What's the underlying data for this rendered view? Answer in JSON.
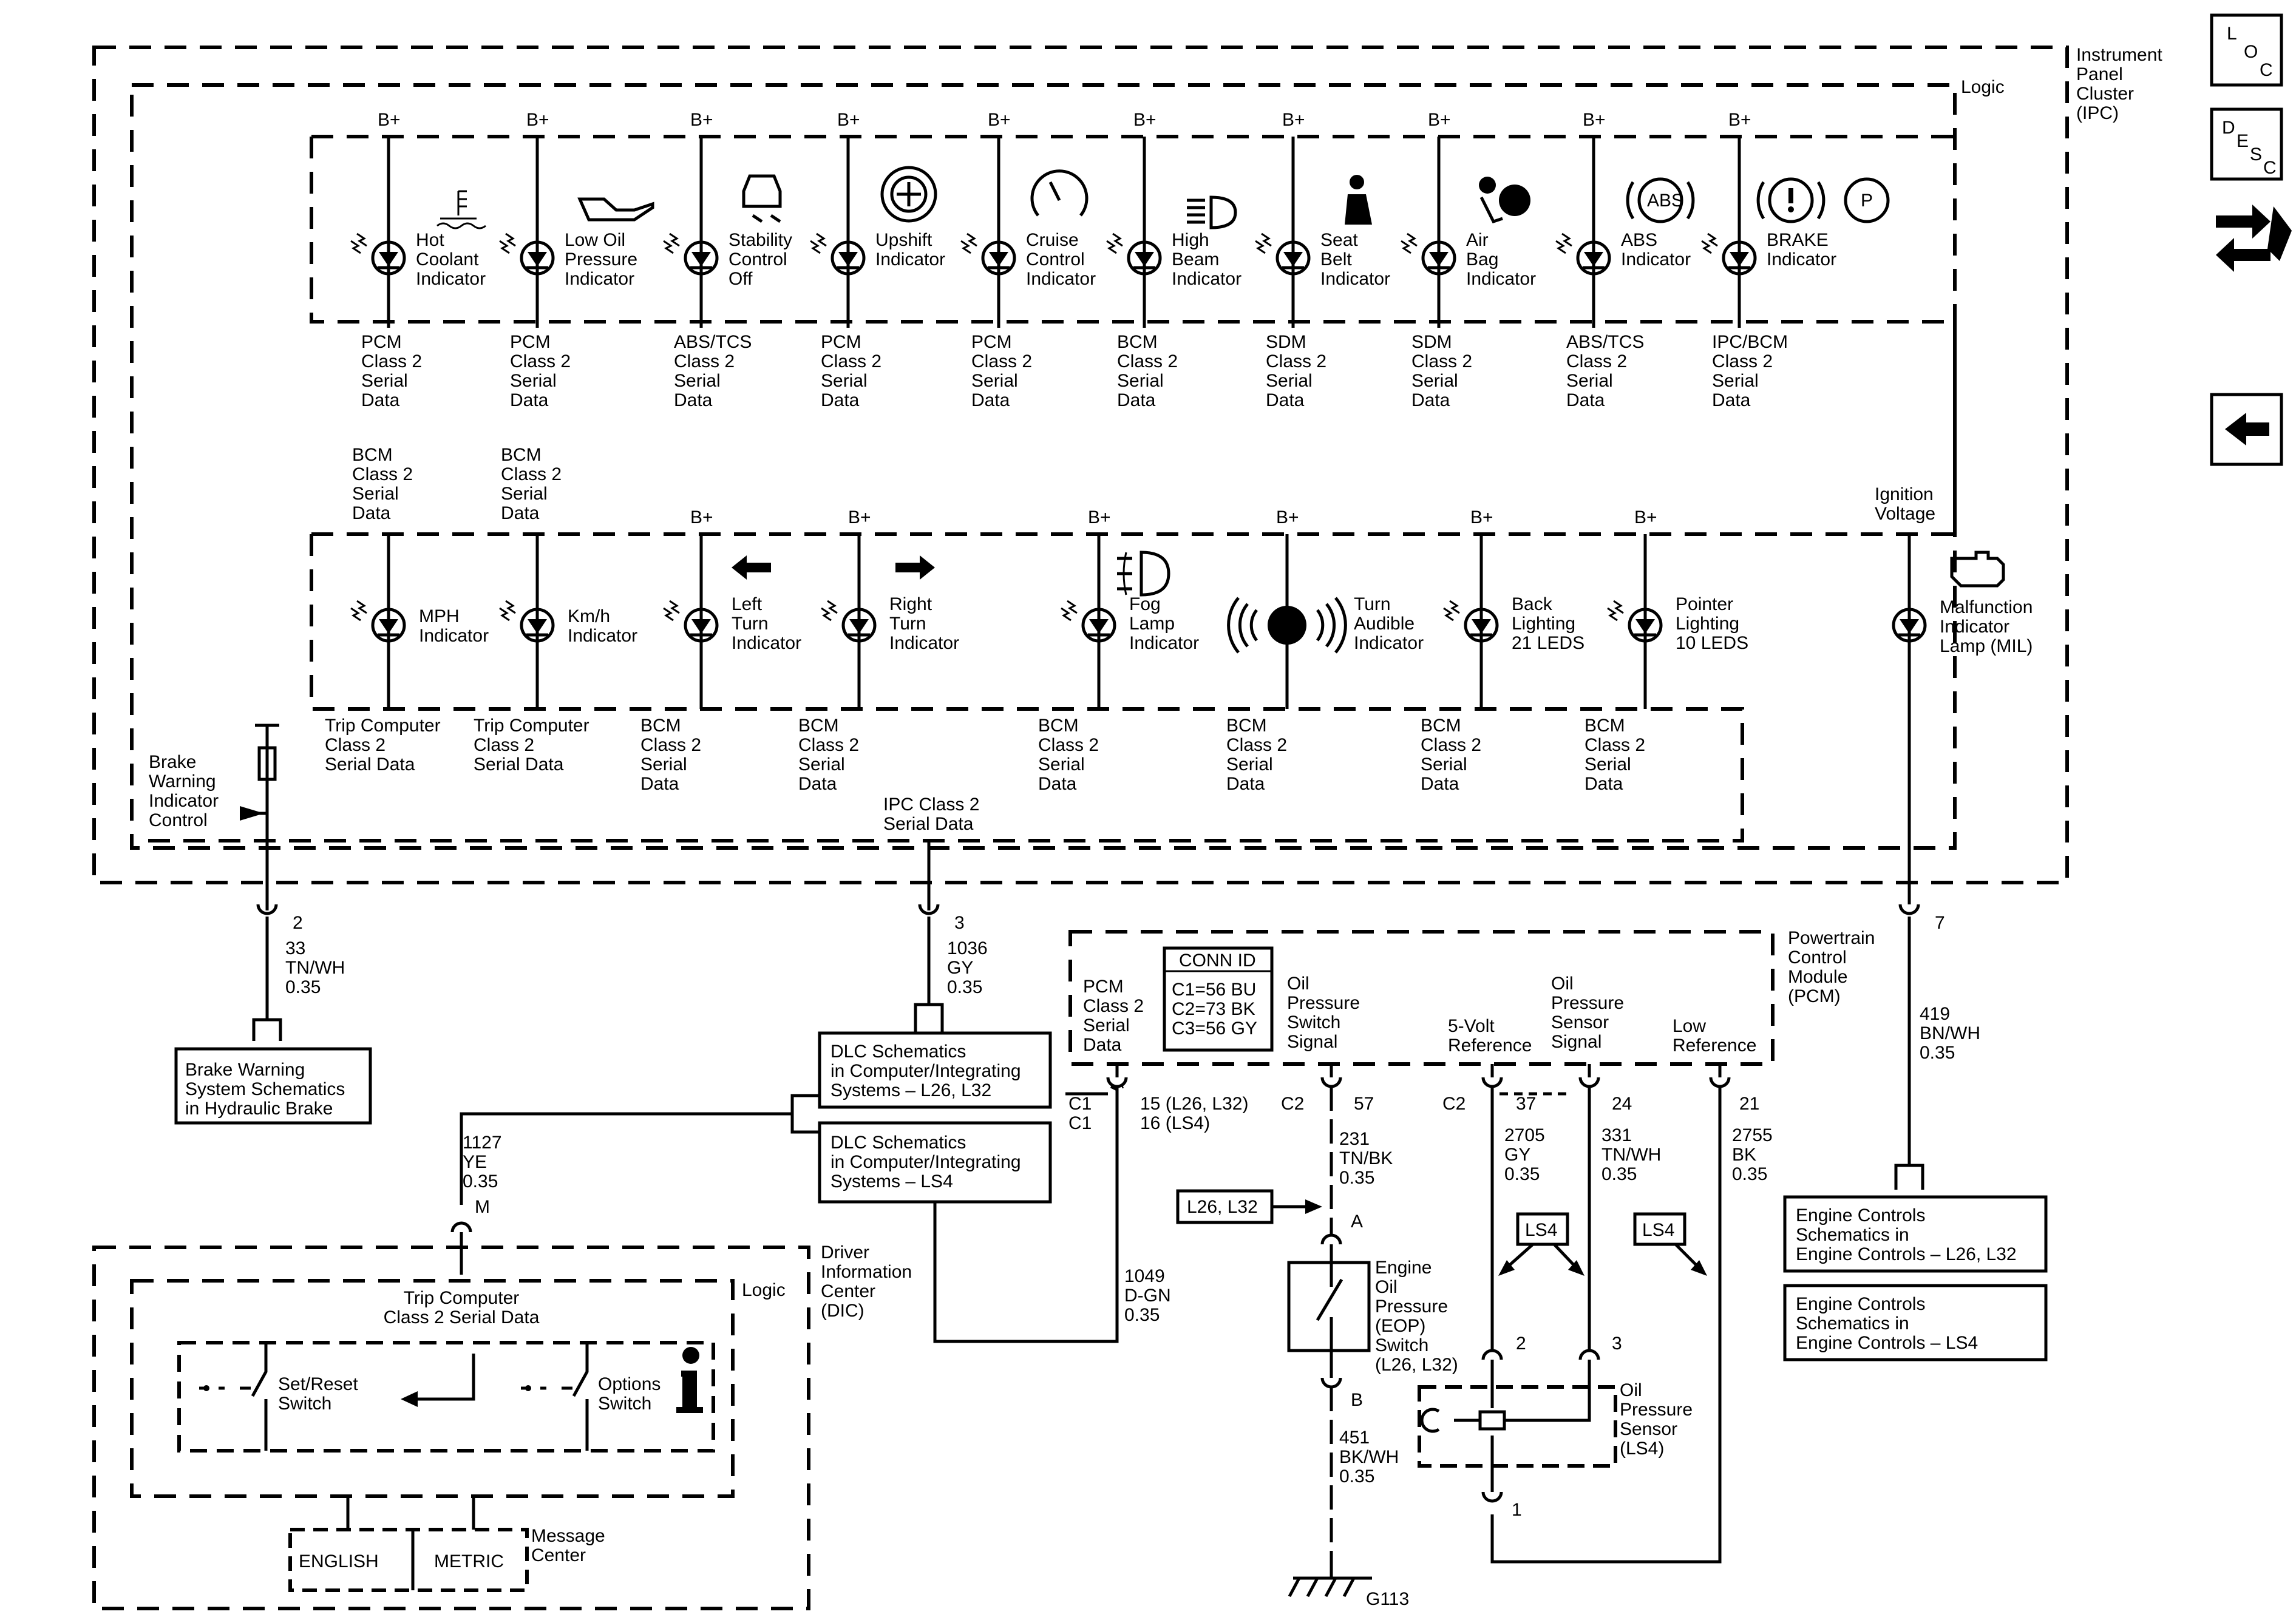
{
  "ipc": {
    "title": [
      "Instrument",
      "Panel",
      "Cluster",
      "(IPC)"
    ],
    "logic": "Logic",
    "bplus": "B+"
  },
  "row1": [
    {
      "name": [
        "Hot",
        "Coolant",
        "Indicator"
      ],
      "source": [
        "PCM",
        "Class 2",
        "Serial",
        "Data"
      ],
      "icon": "coolant-temp-icon"
    },
    {
      "name": [
        "Low Oil",
        "Pressure",
        "Indicator"
      ],
      "source": [
        "PCM",
        "Class 2",
        "Serial",
        "Data"
      ],
      "icon": "oil-can-icon"
    },
    {
      "name": [
        "Stability",
        "Control",
        "Off"
      ],
      "source": [
        "ABS/TCS",
        "Class 2",
        "Serial",
        "Data"
      ],
      "icon": "stability-control-icon"
    },
    {
      "name": [
        "Upshift",
        "Indicator"
      ],
      "source": [
        "PCM",
        "Class 2",
        "Serial",
        "Data"
      ],
      "icon": "upshift-gear-icon"
    },
    {
      "name": [
        "Cruise",
        "Control",
        "Indicator"
      ],
      "source": [
        "PCM",
        "Class 2",
        "Serial",
        "Data"
      ],
      "icon": "cruise-gauge-icon"
    },
    {
      "name": [
        "High",
        "Beam",
        "Indicator"
      ],
      "source": [
        "BCM",
        "Class 2",
        "Serial",
        "Data"
      ],
      "icon": "high-beam-icon"
    },
    {
      "name": [
        "Seat",
        "Belt",
        "Indicator"
      ],
      "source": [
        "SDM",
        "Class 2",
        "Serial",
        "Data"
      ],
      "icon": "seat-belt-icon"
    },
    {
      "name": [
        "Air",
        "Bag",
        "Indicator"
      ],
      "source": [
        "SDM",
        "Class 2",
        "Serial",
        "Data"
      ],
      "icon": "air-bag-icon"
    },
    {
      "name": [
        "ABS",
        "Indicator"
      ],
      "source": [
        "ABS/TCS",
        "Class 2",
        "Serial",
        "Data"
      ],
      "icon": "abs-icon",
      "icon_text": "ABS"
    },
    {
      "name": [
        "BRAKE",
        "Indicator"
      ],
      "source": [
        "IPC/BCM",
        "Class 2",
        "Serial",
        "Data"
      ],
      "icon": "brake-warning-icon",
      "icon_text": "P"
    }
  ],
  "row2": [
    {
      "name": [
        "MPH",
        "Indicator"
      ],
      "source": [
        "Trip Computer",
        "Class 2",
        "Serial Data"
      ],
      "top_source": [
        "BCM",
        "Class 2",
        "Serial",
        "Data"
      ]
    },
    {
      "name": [
        "Km/h",
        "Indicator"
      ],
      "source": [
        "Trip Computer",
        "Class 2",
        "Serial Data"
      ],
      "top_source": [
        "BCM",
        "Class 2",
        "Serial",
        "Data"
      ]
    },
    {
      "name": [
        "Left",
        "Turn",
        "Indicator"
      ],
      "source": [
        "BCM",
        "Class 2",
        "Serial",
        "Data"
      ],
      "icon": "left-arrow-icon"
    },
    {
      "name": [
        "Right",
        "Turn",
        "Indicator"
      ],
      "source": [
        "BCM",
        "Class 2",
        "Serial",
        "Data"
      ],
      "icon": "right-arrow-icon"
    },
    {
      "name": [
        "Fog",
        "Lamp",
        "Indicator"
      ],
      "source": [
        "BCM",
        "Class 2",
        "Serial",
        "Data"
      ],
      "icon": "fog-lamp-icon"
    },
    {
      "name": [
        "Turn",
        "Audible",
        "Indicator"
      ],
      "source": [
        "BCM",
        "Class 2",
        "Serial",
        "Data"
      ],
      "icon": "speaker-icon"
    },
    {
      "name": [
        "Back",
        "Lighting",
        "21 LEDS"
      ],
      "source": [
        "BCM",
        "Class 2",
        "Serial",
        "Data"
      ]
    },
    {
      "name": [
        "Pointer",
        "Lighting",
        "10 LEDS"
      ],
      "source": [
        "BCM",
        "Class 2",
        "Serial",
        "Data"
      ]
    }
  ],
  "mil": {
    "name": [
      "Malfunction",
      "Indicator",
      "Lamp (MIL)"
    ],
    "source": [
      "Ignition",
      "Voltage"
    ],
    "icon": "engine-icon"
  },
  "brake_ctrl": [
    "Brake",
    "Warning",
    "Indicator",
    "Control"
  ],
  "ipc_serial": [
    "IPC Class 2",
    "Serial Data"
  ],
  "wires": {
    "brake": {
      "pin": "2",
      "circuit": "33",
      "color": "TN/WH",
      "gauge": "0.35"
    },
    "dlc": {
      "pin": "3",
      "circuit": "1036",
      "color": "GY",
      "gauge": "0.35"
    },
    "mil": {
      "pin": "7",
      "circuit": "419",
      "color": "BN/WH",
      "gauge": "0.35"
    },
    "dic": {
      "pin": "M",
      "circuit": "1127",
      "color": "YE",
      "gauge": "0.35"
    },
    "pcm_dlc": {
      "connector": [
        "C1",
        "C1"
      ],
      "pins": [
        "15 (L26, L32)",
        "16 (LS4)"
      ]
    },
    "dgn": {
      "circuit": "1049",
      "color": "D-GN",
      "gauge": "0.35"
    },
    "oil_sw": {
      "connector": "C2",
      "pin": "57",
      "circuit": "231",
      "color": "TN/BK",
      "gauge": "0.35"
    },
    "ref5": {
      "connector": "C2",
      "pin": "37",
      "circuit": "2705",
      "color": "GY",
      "gauge": "0.35"
    },
    "sig": {
      "pin": "24",
      "circuit": "331",
      "color": "TN/WH",
      "gauge": "0.35"
    },
    "lowref": {
      "pin": "21",
      "circuit": "2755",
      "color": "BK",
      "gauge": "0.35"
    },
    "ground": {
      "circuit": "451",
      "color": "BK/WH",
      "gauge": "0.35",
      "name": "G113"
    }
  },
  "refs": {
    "brake_schem": [
      "Brake Warning",
      "System Schematics",
      "in Hydraulic Brake"
    ],
    "dlc1": [
      "DLC Schematics",
      "in Computer/Integrating",
      "Systems – L26, L32"
    ],
    "dlc2": [
      "DLC Schematics",
      "in Computer/Integrating",
      "Systems – LS4"
    ],
    "eng1": [
      "Engine Controls",
      "Schematics in",
      "Engine Controls – L26, L32"
    ],
    "eng2": [
      "Engine Controls",
      "Schematics in",
      "Engine Controls – LS4"
    ]
  },
  "pcm": {
    "title": [
      "Powertrain",
      "Control",
      "Module",
      "(PCM)"
    ],
    "ser": [
      "PCM",
      "Class 2",
      "Serial",
      "Data"
    ],
    "sw": [
      "Oil",
      "Pressure",
      "Switch",
      "Signal"
    ],
    "ref5": [
      "5-Volt",
      "Reference"
    ],
    "sensor": [
      "Oil",
      "Pressure",
      "Sensor",
      "Signal"
    ],
    "low": [
      "Low",
      "Reference"
    ]
  },
  "conn_id": {
    "title": "CONN ID",
    "rows": [
      "C1=56 BU",
      "C2=73 BK",
      "C3=56 GY"
    ]
  },
  "tags": {
    "l26": "L26, L32",
    "ls4a": "LS4",
    "ls4b": "LS4"
  },
  "eop": {
    "name": [
      "Engine",
      "Oil",
      "Pressure",
      "(EOP)",
      "Switch",
      "(L26, L32)"
    ],
    "pin_a": "A",
    "pin_b": "B"
  },
  "sensor": {
    "name": [
      "Oil",
      "Pressure",
      "Sensor",
      "(LS4)"
    ],
    "pins": [
      "2",
      "3",
      "1"
    ]
  },
  "dic": {
    "title": [
      "Driver",
      "Information",
      "Center",
      "(DIC)"
    ],
    "logic": "Logic",
    "trip": [
      "Trip Computer",
      "Class 2 Serial Data"
    ],
    "set_reset": [
      "Set/Reset",
      "Switch"
    ],
    "options": [
      "Options",
      "Switch"
    ],
    "english": "ENGLISH",
    "metric": "METRIC",
    "msg": [
      "Message",
      "Center"
    ]
  },
  "nav": {
    "loc": [
      "L",
      "O",
      "C"
    ],
    "desc": [
      "D",
      "E",
      "S",
      "C"
    ]
  }
}
